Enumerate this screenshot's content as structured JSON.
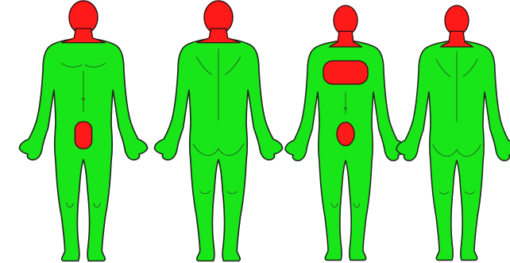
{
  "colors": {
    "body": "#19e619",
    "highlight": "#ff1a1a",
    "background": "#ffffff",
    "outline": "#1e2a1e"
  },
  "figures": [
    {
      "id": "male-front",
      "view": "front",
      "sex": "male",
      "highlighted": [
        "head",
        "neck",
        "genitals"
      ]
    },
    {
      "id": "male-back",
      "view": "back",
      "sex": "male",
      "highlighted": [
        "head",
        "neck"
      ]
    },
    {
      "id": "female-front",
      "view": "front",
      "sex": "female",
      "highlighted": [
        "head",
        "neck",
        "chest",
        "genitals"
      ]
    },
    {
      "id": "female-back",
      "view": "back",
      "sex": "female",
      "highlighted": [
        "head",
        "neck"
      ]
    }
  ]
}
